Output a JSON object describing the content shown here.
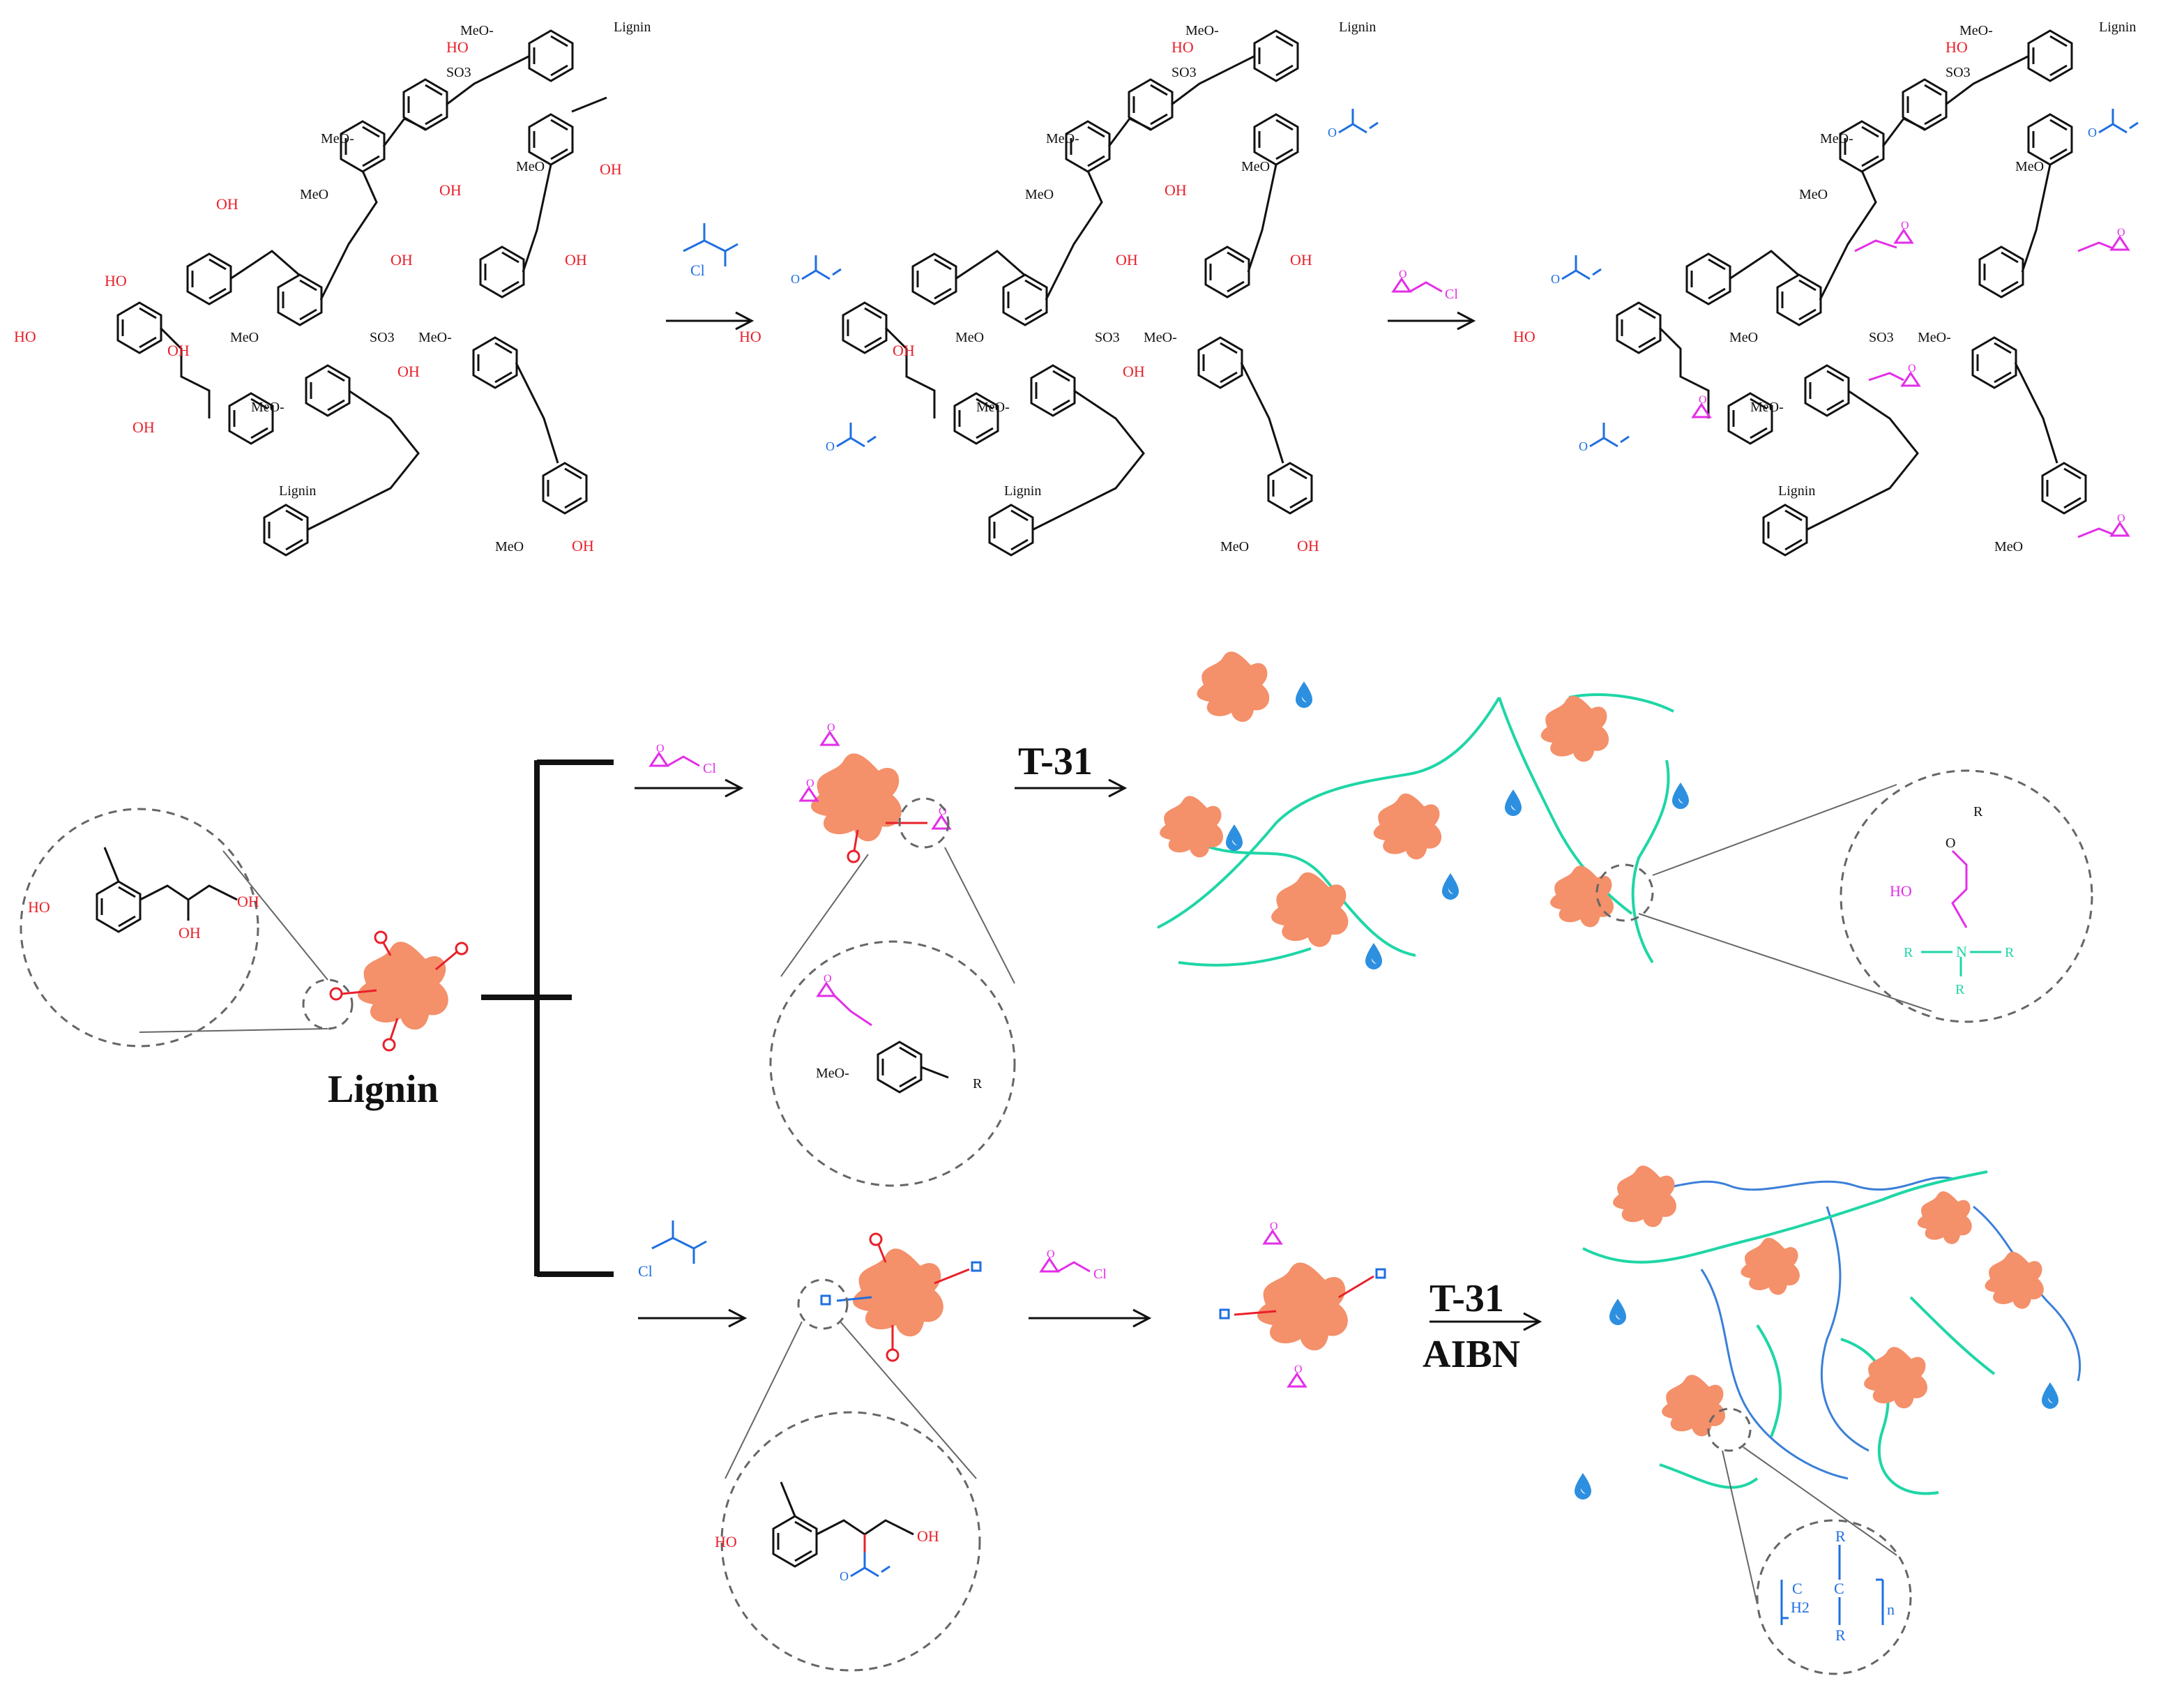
{
  "labels": {
    "lignin_main": "Lignin",
    "lignin_tag": "Lignin",
    "catalyst_1": "T-31",
    "catalyst_2": "T-31",
    "initiator": "AIBN"
  },
  "groups": {
    "hydroxyl": "OH",
    "hydroxyl_alt": "HO",
    "methoxy": "MeO",
    "methoxy_alt": "MeO-",
    "sulfonate": "SO3",
    "chloro": "Cl",
    "oxygen": "O",
    "nitrogen": "N",
    "r_group": "R",
    "carbon": "C",
    "methylene": "H2",
    "repeat": "n"
  },
  "colors": {
    "hydroxyl": "#e8202a",
    "methacryl": "#1f6fe0",
    "epoxy": "#e32ee8",
    "amine_network": "#1fd6a6",
    "lignin_particle": "#f4906a",
    "droplet": "#2d8fe0"
  },
  "icons": [
    "lignin-particle-icon",
    "water-drop-icon",
    "arrow-icon",
    "epoxy-icon",
    "methacryloyl-chloride-icon",
    "epichlorohydrin-icon"
  ]
}
